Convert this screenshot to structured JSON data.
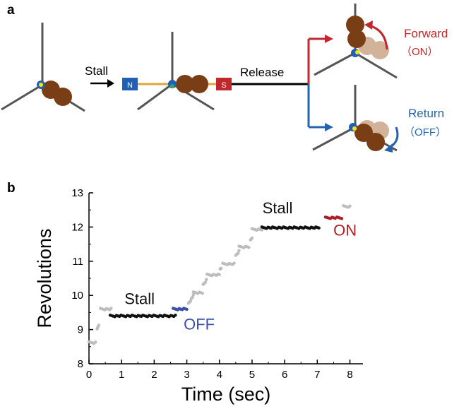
{
  "panel_a": {
    "label": "a",
    "arrow_label": "Stall",
    "bead_label_n": "N",
    "bead_label_s": "S",
    "release_label": "Release",
    "forward_label": "Forward",
    "forward_state": "（ON）",
    "return_label": "Return",
    "return_state": "（OFF）"
  },
  "panel_b": {
    "label": "b"
  },
  "colors": {
    "rotor": "#7a3e17",
    "rotor_faded": "#d2b39a",
    "forward": "#c0282d",
    "return": "#2563b0",
    "tether": "#e0a53a",
    "magnet_n": "#1f5fb4",
    "magnet_s": "#c0282d",
    "axle": "#555555",
    "gray_points": "#bdbdbd",
    "black_points": "#111111",
    "off_points": "#3a4fa8",
    "on_points": "#b01e25"
  },
  "chart_data": {
    "type": "scatter",
    "xlabel": "Time (sec)",
    "ylabel": "Revolutions",
    "xlim": [
      0,
      8.4
    ],
    "ylim": [
      8,
      13
    ],
    "xticks": [
      0,
      1,
      2,
      3,
      4,
      5,
      6,
      7,
      8
    ],
    "yticks": [
      8,
      9,
      10,
      11,
      12,
      13
    ],
    "grid": false,
    "series": [
      {
        "color_key": "gray_points",
        "segments": [
          {
            "x": [
              0.0,
              0.2
            ],
            "y": [
              8.62,
              8.62
            ]
          },
          {
            "x": [
              0.25,
              0.3
            ],
            "y": [
              9.0,
              9.15
            ]
          },
          {
            "x": [
              0.35,
              0.68
            ],
            "y": [
              9.6,
              9.6
            ]
          },
          {
            "x": [
              2.7,
              2.8
            ],
            "y": [
              9.58,
              9.6
            ]
          },
          {
            "x": [
              3.05,
              3.2
            ],
            "y": [
              9.75,
              10.0
            ]
          },
          {
            "x": [
              3.2,
              3.48
            ],
            "y": [
              10.08,
              10.08
            ]
          },
          {
            "x": [
              3.5,
              3.6
            ],
            "y": [
              10.3,
              10.45
            ]
          },
          {
            "x": [
              3.62,
              4.0
            ],
            "y": [
              10.6,
              10.6
            ]
          },
          {
            "x": [
              4.02,
              4.05
            ],
            "y": [
              10.75,
              10.8
            ]
          },
          {
            "x": [
              4.1,
              4.45
            ],
            "y": [
              10.92,
              10.92
            ]
          },
          {
            "x": [
              4.5,
              4.6
            ],
            "y": [
              11.15,
              11.3
            ]
          },
          {
            "x": [
              4.6,
              4.9
            ],
            "y": [
              11.42,
              11.42
            ]
          },
          {
            "x": [
              4.95,
              5.0
            ],
            "y": [
              11.6,
              11.7
            ]
          },
          {
            "x": [
              5.0,
              5.3
            ],
            "y": [
              11.93,
              11.93
            ]
          },
          {
            "x": [
              7.8,
              8.0
            ],
            "y": [
              12.6,
              12.6
            ]
          }
        ]
      },
      {
        "color_key": "black_points",
        "segments": [
          {
            "x": [
              0.65,
              2.65
            ],
            "y": [
              9.4,
              9.4
            ]
          },
          {
            "x": [
              5.3,
              7.05
            ],
            "y": [
              11.98,
              11.98
            ]
          }
        ]
      },
      {
        "color_key": "off_points",
        "segments": [
          {
            "x": [
              2.58,
              3.0
            ],
            "y": [
              9.6,
              9.6
            ]
          }
        ]
      },
      {
        "color_key": "on_points",
        "segments": [
          {
            "x": [
              7.25,
              7.75
            ],
            "y": [
              12.27,
              12.27
            ]
          }
        ]
      }
    ],
    "annotations": [
      {
        "text": "Stall",
        "x": 1.55,
        "y": 9.75,
        "color_key": "black_points"
      },
      {
        "text": "OFF",
        "x": 3.38,
        "y": 9.0,
        "color_key": "off_points"
      },
      {
        "text": "Stall",
        "x": 5.78,
        "y": 12.4,
        "color_key": "black_points"
      },
      {
        "text": "ON",
        "x": 7.85,
        "y": 11.75,
        "color_key": "on_points"
      }
    ]
  }
}
